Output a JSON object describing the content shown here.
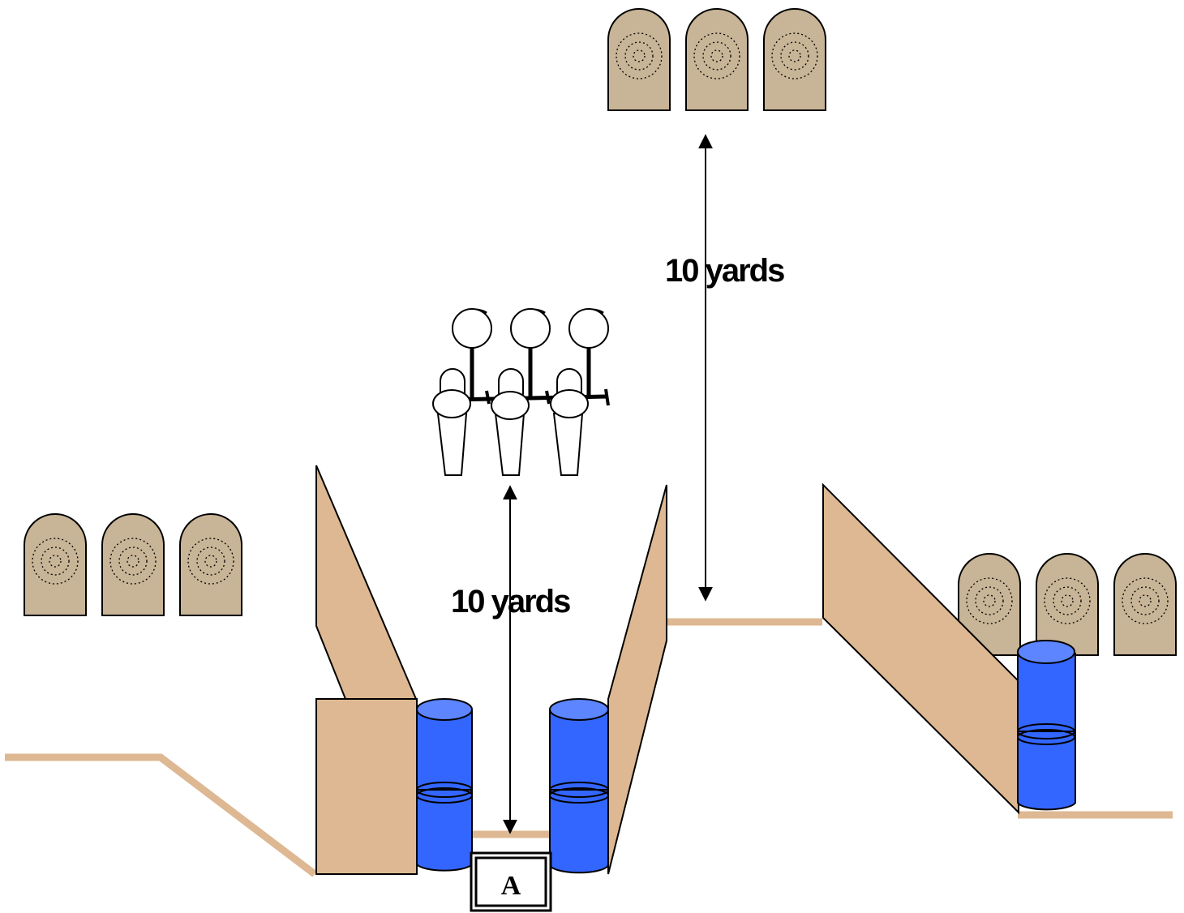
{
  "labels": {
    "distance_upper": "10 yards",
    "distance_lower": "10 yards",
    "start_position": "A"
  },
  "colors": {
    "target_fill": "#c8b496",
    "wall_fill": "#ddb892",
    "barrel_fill": "#3366ff",
    "barrel_top": "#5c85ff",
    "ground": "#ddb892",
    "outline": "#000000"
  },
  "icons": {
    "target": "paper-target-icon",
    "steel_popper": "steel-plate-rack-icon",
    "barrel": "barrel-icon",
    "wall": "wall-panel-icon",
    "start_box": "start-box-icon"
  }
}
